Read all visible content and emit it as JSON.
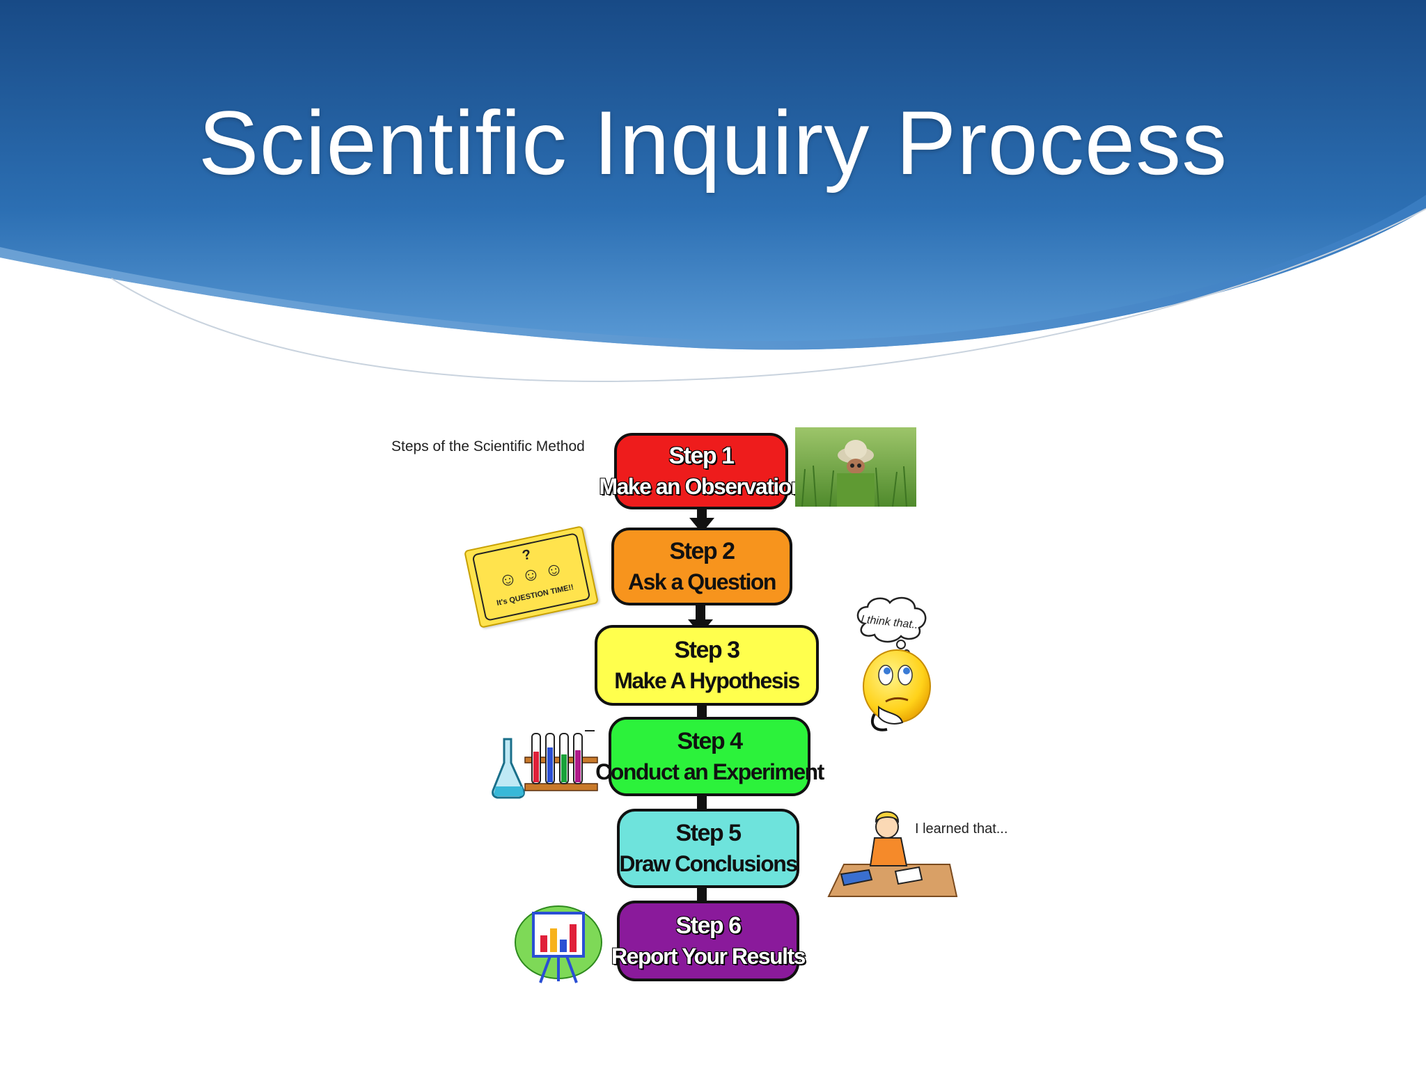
{
  "slide": {
    "title": "Scientific Inquiry Process"
  },
  "diagram": {
    "caption": "Steps of the Scientific Method",
    "steps": [
      {
        "number": "Step 1",
        "label": "Make an Observation",
        "color": "#ee1c1c"
      },
      {
        "number": "Step 2",
        "label": "Ask a Question",
        "color": "#f7941d"
      },
      {
        "number": "Step 3",
        "label": "Make A Hypothesis",
        "color": "#ffff4d"
      },
      {
        "number": "Step 4",
        "label": "Conduct an Experiment",
        "color": "#2cf23b"
      },
      {
        "number": "Step 5",
        "label": "Draw Conclusions",
        "color": "#6ee3dc"
      },
      {
        "number": "Step 6",
        "label": "Report Your Results",
        "color": "#8a1a9b"
      }
    ],
    "question_card": {
      "text": "It's QUESTION TIME!!",
      "color": "#ffe34d"
    },
    "thought_bubble": {
      "text": "I think that..."
    },
    "learned_note": {
      "text": "I learned that..."
    }
  },
  "colors": {
    "header_dark": "#1b4f8f",
    "header_light": "#4b8fcf",
    "arrow": "#111111"
  }
}
